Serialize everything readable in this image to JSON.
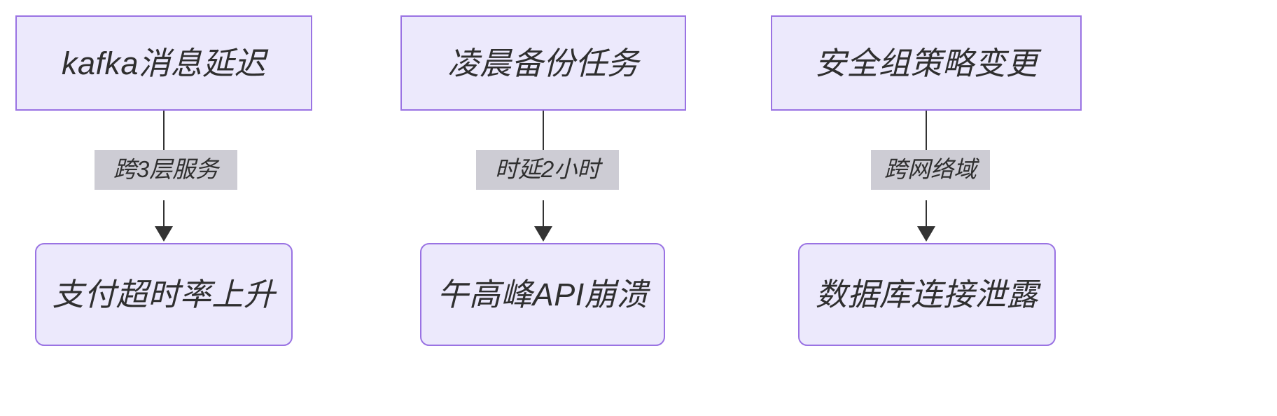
{
  "diagram": {
    "type": "flowchart",
    "direction": "top-to-bottom",
    "colors": {
      "node_fill": "#ece9fc",
      "node_border": "#9a73e3",
      "node_text": "#2f2f2f",
      "edge_line": "#333333",
      "edge_label_bg": "#cdccd4",
      "canvas_bg": "#ffffff"
    },
    "flows": [
      {
        "id": "flow-kafka",
        "cause": {
          "text": "kafka消息延迟",
          "shape": "rectangle"
        },
        "edge": {
          "label": "跨3层服务",
          "arrow": "filled-triangle"
        },
        "effect": {
          "text": "支付超时率上升",
          "shape": "rounded-rectangle"
        }
      },
      {
        "id": "flow-backup",
        "cause": {
          "text": "凌晨备份任务",
          "shape": "rectangle"
        },
        "edge": {
          "label": "时延2小时",
          "arrow": "filled-triangle"
        },
        "effect": {
          "text": "午高峰API崩溃",
          "shape": "rounded-rectangle"
        }
      },
      {
        "id": "flow-secgroup",
        "cause": {
          "text": "安全组策略变更",
          "shape": "rectangle"
        },
        "edge": {
          "label": "跨网络域",
          "arrow": "filled-triangle"
        },
        "effect": {
          "text": "数据库连接泄露",
          "shape": "rounded-rectangle"
        }
      }
    ]
  }
}
